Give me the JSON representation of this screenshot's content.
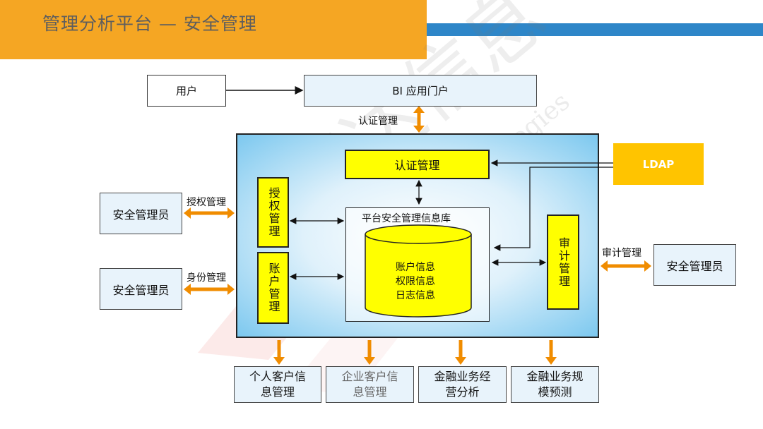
{
  "header": {
    "title": "管理分析平台 — 安全管理"
  },
  "top": {
    "user": "用户",
    "portal": "BI 应用门户",
    "auth_link_label": "认证管理"
  },
  "ldap": "LDAP",
  "core": {
    "auth_box": "认证管理",
    "authorization": "授权管理",
    "account": "账户管理",
    "audit": "审计管理",
    "db_title": "平台安全管理信息库",
    "db_lines": [
      "账户信息",
      "权限信息",
      "日志信息"
    ]
  },
  "left": {
    "admin1": "安全管理员",
    "admin1_link": "授权管理",
    "admin2": "安全管理员",
    "admin2_link": "身份管理"
  },
  "right": {
    "admin": "安全管理员",
    "link": "审计管理"
  },
  "bottom": [
    {
      "l1": "个人客户信",
      "l2": "息管理"
    },
    {
      "l1": "企业客户信",
      "l2": "息管理"
    },
    {
      "l1": "金融业务经",
      "l2": "营分析"
    },
    {
      "l1": "金融业务规",
      "l2": "模预测"
    }
  ],
  "colors": {
    "orange": "#f5a623",
    "blue": "#2e86c8",
    "yellow": "#ffff00",
    "arrow": "#f08c00"
  }
}
